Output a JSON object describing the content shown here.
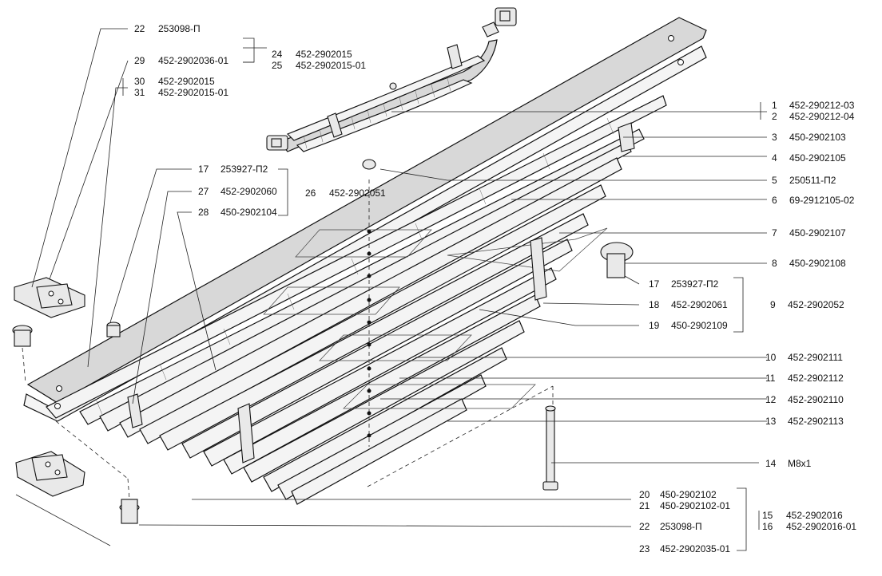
{
  "callouts": [
    {
      "num": "22",
      "code": "253098-П"
    },
    {
      "num": "29",
      "code": "452-2902036-01"
    },
    {
      "num": "30",
      "code": "452-2902015"
    },
    {
      "num": "31",
      "code": "452-2902015-01"
    },
    {
      "num": "24",
      "code": "452-2902015"
    },
    {
      "num": "25",
      "code": "452-2902015-01"
    },
    {
      "num": "17",
      "code": "253927-П2"
    },
    {
      "num": "27",
      "code": "452-2902060"
    },
    {
      "num": "26",
      "code": "452-2902051"
    },
    {
      "num": "28",
      "code": "450-2902104"
    },
    {
      "num": "1",
      "code": "452-290212-03"
    },
    {
      "num": "2",
      "code": "452-290212-04"
    },
    {
      "num": "3",
      "code": "450-2902103"
    },
    {
      "num": "4",
      "code": "450-2902105"
    },
    {
      "num": "5",
      "code": "250511-П2"
    },
    {
      "num": "6",
      "code": "69-2912105-02"
    },
    {
      "num": "7",
      "code": "450-2902107"
    },
    {
      "num": "8",
      "code": "450-2902108"
    },
    {
      "num": "17",
      "code": "253927-П2"
    },
    {
      "num": "18",
      "code": "452-2902061"
    },
    {
      "num": "9",
      "code": "452-2902052"
    },
    {
      "num": "19",
      "code": "450-2902109"
    },
    {
      "num": "10",
      "code": "452-2902111"
    },
    {
      "num": "11",
      "code": "452-2902112"
    },
    {
      "num": "12",
      "code": "452-2902110"
    },
    {
      "num": "13",
      "code": "452-2902113"
    },
    {
      "num": "14",
      "code": "М8х1"
    },
    {
      "num": "20",
      "code": "450-2902102"
    },
    {
      "num": "21",
      "code": "450-2902102-01"
    },
    {
      "num": "15",
      "code": "452-2902016"
    },
    {
      "num": "16",
      "code": "452-2902016-01"
    },
    {
      "num": "22",
      "code": "253098-П"
    },
    {
      "num": "23",
      "code": "452-2902035-01"
    }
  ]
}
